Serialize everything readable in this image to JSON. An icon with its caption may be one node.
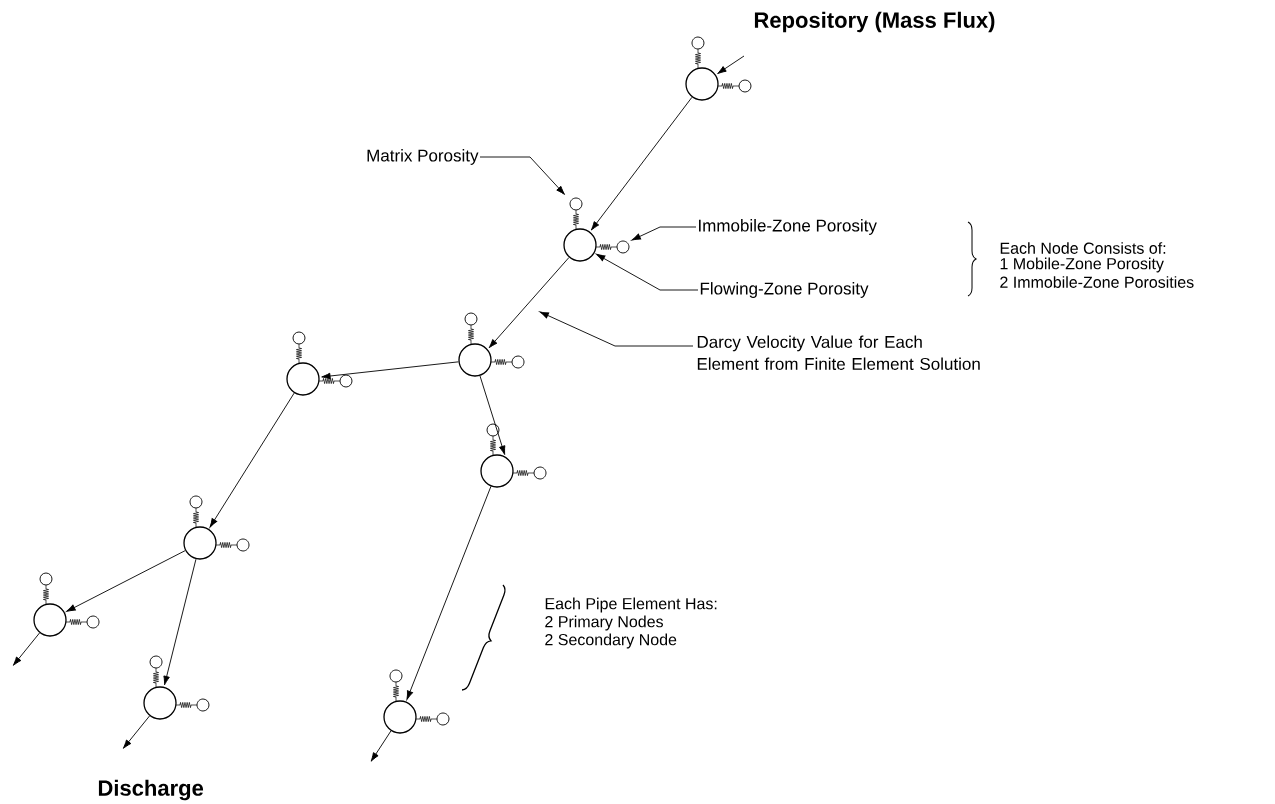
{
  "diagram": {
    "nodes": [
      {
        "text": [
          "Repository (Mass Flux)"
        ]
      },
      {
        "text": [],
        "shape": "circle"
      },
      {
        "text": [],
        "shape": "circle"
      },
      {
        "text": [],
        "shape": "circle"
      },
      {
        "text": [],
        "shape": "circle"
      },
      {
        "text": [],
        "shape": "circle"
      },
      {
        "text": [],
        "shape": "circle"
      },
      {
        "text": [],
        "shape": "circle"
      },
      {
        "text": [],
        "shape": "circle"
      },
      {
        "text": [],
        "shape": "circle"
      },
      {
        "text": [
          "Matrix Porosity"
        ]
      },
      {
        "text": [
          "Immobile-Zone Porosity"
        ]
      },
      {
        "text": [
          "Flowing-Zone Porosity"
        ]
      },
      {
        "text": [
          "Darcy Velocity Value for Each Element from Finite Element Solution"
        ]
      }
    ],
    "edges": [
      {
        "from": 0,
        "to": 1,
        "arrow": "to"
      },
      {
        "from": 1,
        "to": 2,
        "arrow": "to"
      },
      {
        "from": 2,
        "to": 3,
        "arrow": "to"
      },
      {
        "from": 3,
        "to": 4,
        "arrow": "to"
      },
      {
        "from": 3,
        "to": 5,
        "arrow": "to"
      },
      {
        "from": 4,
        "to": 6,
        "arrow": "to"
      },
      {
        "from": 5,
        "to": 9,
        "arrow": "to"
      },
      {
        "from": 6,
        "to": 7,
        "arrow": "to"
      },
      {
        "from": 6,
        "to": 8,
        "arrow": "to"
      },
      {
        "from": 7,
        "to": null,
        "arrow": "to"
      },
      {
        "from": 8,
        "to": null,
        "arrow": "to"
      },
      {
        "from": 9,
        "to": null,
        "arrow": "to"
      },
      {
        "from": 10,
        "to": null,
        "arrow": "to"
      },
      {
        "from": 11,
        "to": null,
        "arrow": "to"
      },
      {
        "from": 12,
        "to": 2,
        "arrow": "to"
      },
      {
        "from": 13,
        "to": null,
        "arrow": "to"
      }
    ],
    "labels": [
      "Each Node Consists of:",
      "1  Mobile-Zone Porosity",
      "2  Immobile-Zone Porosities",
      "Each Pipe Element Has:",
      "2 Primary Nodes",
      "2 Secondary Node",
      "Discharge"
    ]
  }
}
